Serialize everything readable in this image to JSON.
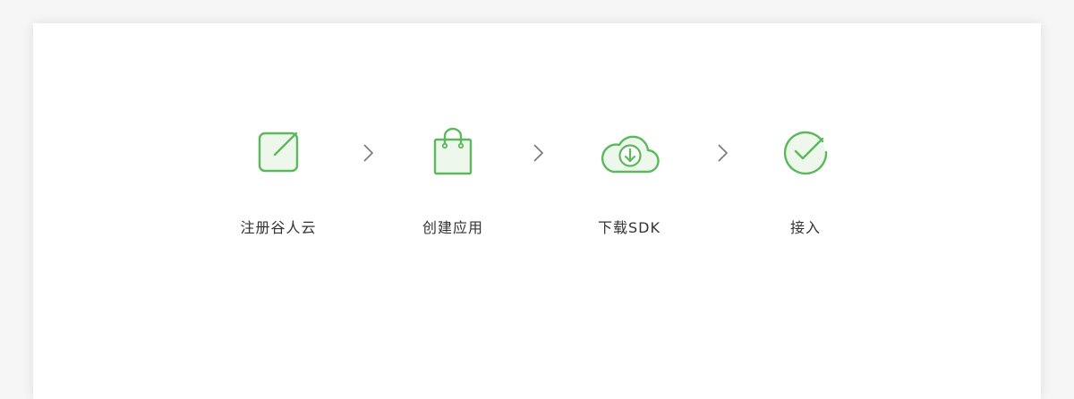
{
  "colors": {
    "accent": "#5cb85c",
    "icon_fill": "#eef7ec",
    "arrow": "#777777",
    "label_text": "#333333"
  },
  "steps": [
    {
      "label": "注册谷人云",
      "icon": "edit-square-icon"
    },
    {
      "label": "创建应用",
      "icon": "shopping-bag-icon"
    },
    {
      "label": "下载SDK",
      "icon": "cloud-download-icon"
    },
    {
      "label": "接入",
      "icon": "check-circle-icon"
    }
  ],
  "arrows": [
    "chevron-right-icon",
    "chevron-right-icon",
    "chevron-right-icon"
  ]
}
